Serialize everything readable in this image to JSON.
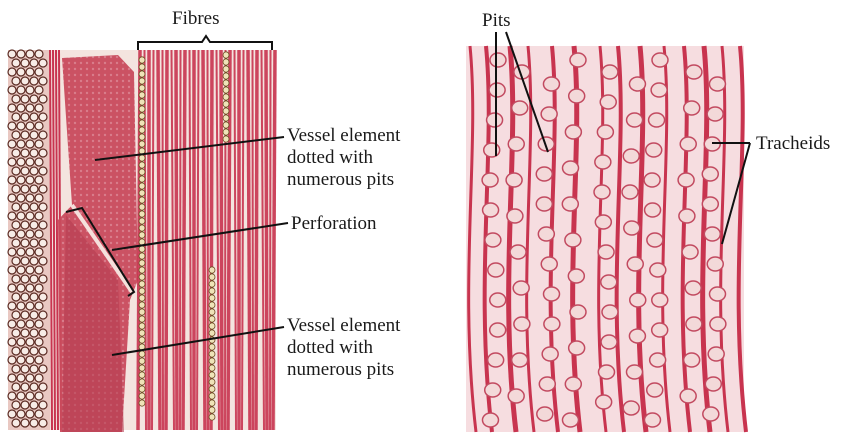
{
  "figure": {
    "left_panel": {
      "labels": {
        "fibres": "Fibres",
        "vessel_top_line1": "Vessel element",
        "vessel_top_line2": "dotted with",
        "vessel_top_line3": "numerous pits",
        "perforation": "Perforation",
        "vessel_bottom_line1": "Vessel element",
        "vessel_bottom_line2": "dotted with",
        "vessel_bottom_line3": "numerous pits"
      }
    },
    "right_panel": {
      "labels": {
        "pits": "Pits",
        "tracheids": "Tracheids"
      }
    },
    "colors": {
      "tissue_red": "#c8344f",
      "tissue_pink": "#e9a3ae",
      "background_light": "#f5e6e4",
      "pit": "#f3d9d9",
      "leader_line": "#111111"
    }
  }
}
